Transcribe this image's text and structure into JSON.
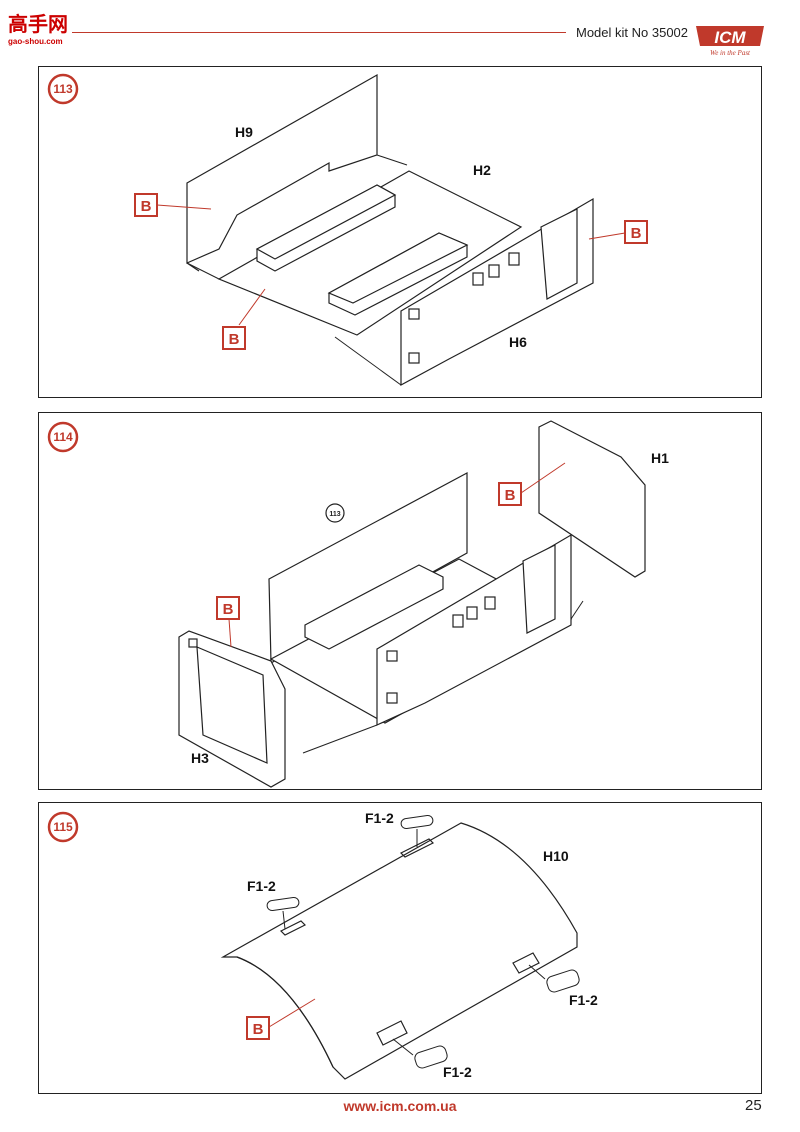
{
  "header": {
    "site_logo_text": "高手网",
    "site_logo_url": "gao-shou.com",
    "kit_title": "Model kit No 35002",
    "brand": "ICM",
    "brand_tagline": "We in the Past"
  },
  "steps": [
    {
      "number": "113",
      "parts": {
        "h9": "H9",
        "h2": "H2",
        "h6": "H6"
      },
      "callouts": [
        "B",
        "B",
        "B"
      ]
    },
    {
      "number": "114",
      "ref_step": "113",
      "parts": {
        "h1": "H1",
        "h3": "H3"
      },
      "callouts": [
        "B",
        "B"
      ]
    },
    {
      "number": "115",
      "parts": {
        "h10": "H10",
        "f_top": "F1-2",
        "f_left": "F1-2",
        "f_right": "F1-2",
        "f_bottom": "F1-2"
      },
      "callouts": [
        "B"
      ]
    }
  ],
  "colors": {
    "accent": "#c0392b",
    "line": "#222222"
  },
  "footer": {
    "url": "www.icm.com.ua",
    "page_number": "25"
  }
}
